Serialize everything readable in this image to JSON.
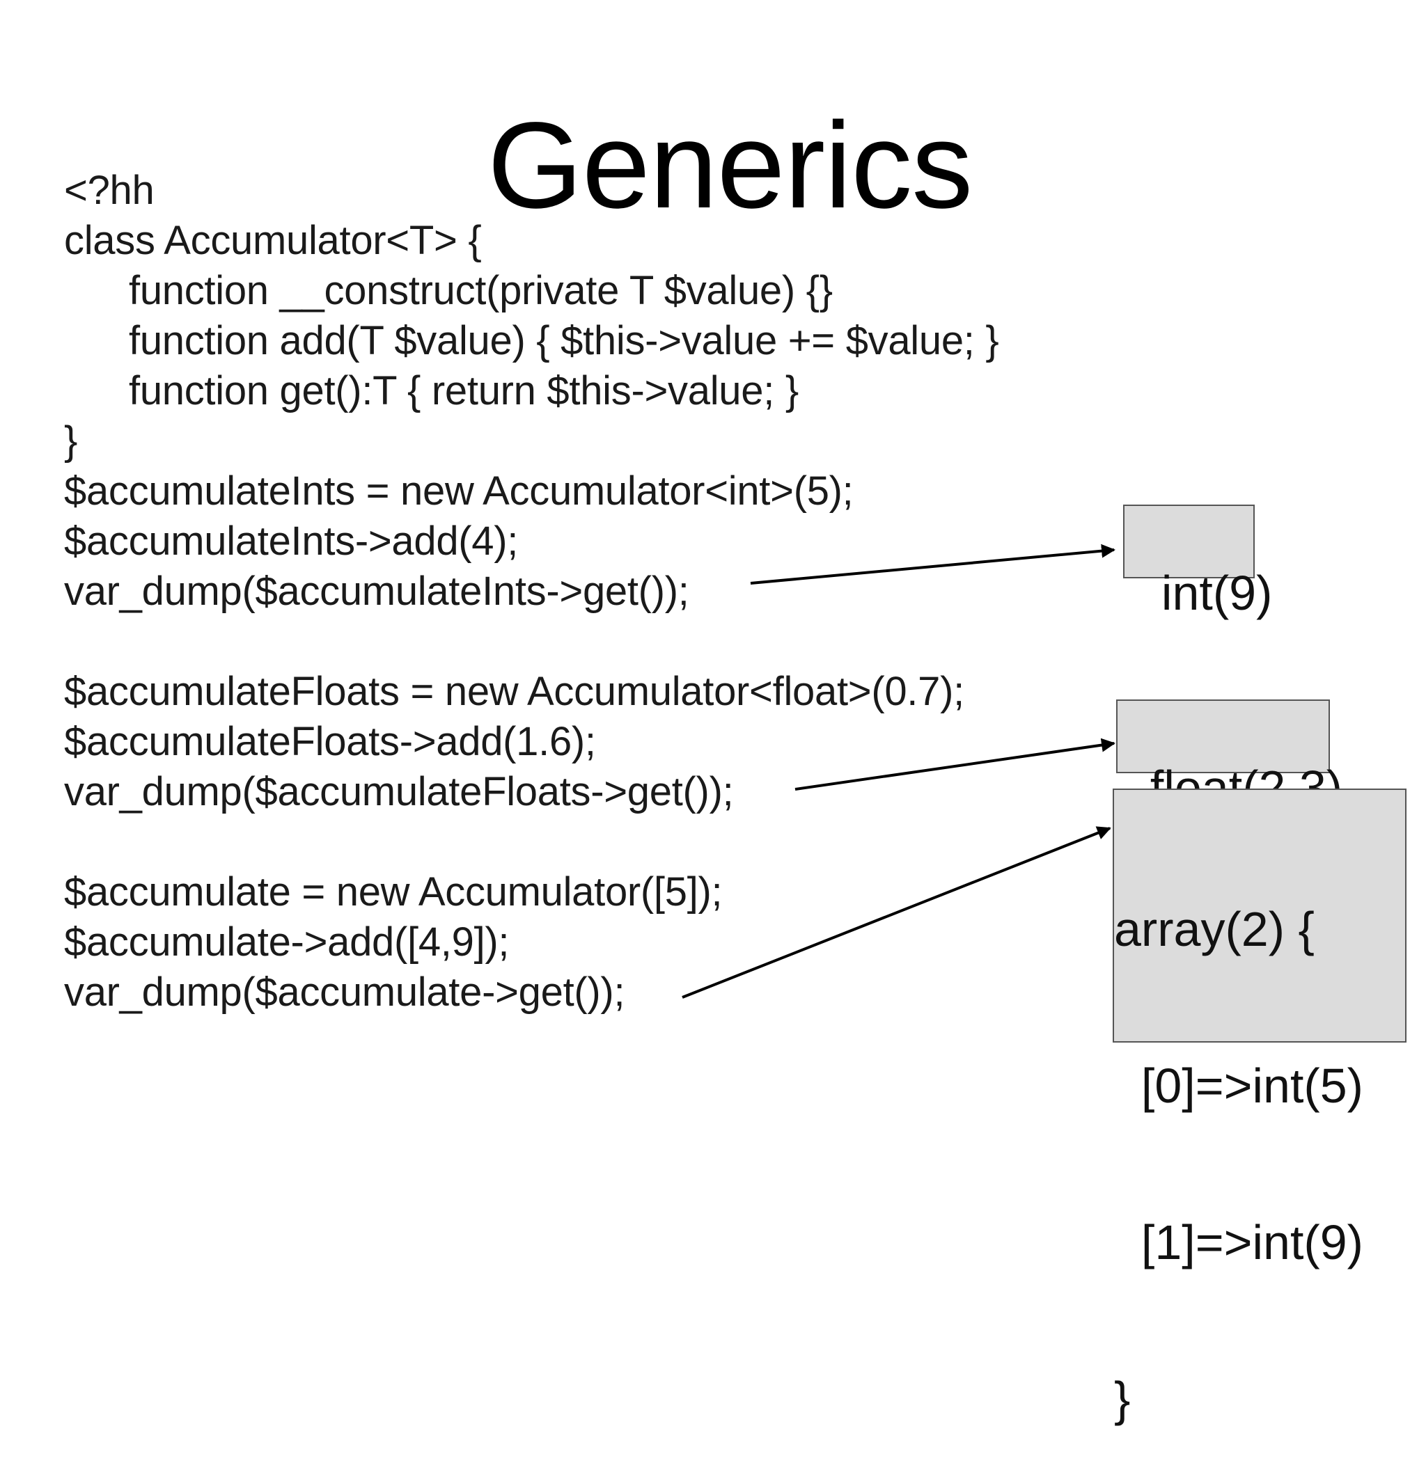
{
  "slide": {
    "title": "Generics",
    "code_lines": [
      "<?hh",
      "class Accumulator<T> {",
      "function __construct(private T $value) {}",
      "function add(T $value) { $this->value += $value; }",
      "function get():T { return $this->value; }",
      "}",
      "$accumulateInts = new Accumulator<int>(5);",
      "$accumulateInts->add(4);",
      "var_dump($accumulateInts->get());",
      "$accumulateFloats = new Accumulator<float>(0.7);",
      "$accumulateFloats->add(1.6);",
      "var_dump($accumulateFloats->get());",
      "$accumulate = new Accumulator([5]);",
      "$accumulate->add([4,9]);",
      "var_dump($accumulate->get());"
    ],
    "outputs": {
      "ints": "int(9)",
      "floats": "float(2.3)",
      "array": [
        "array(2) {",
        "  [0]=>int(5)",
        "  [1]=>int(9)",
        "}"
      ]
    }
  }
}
